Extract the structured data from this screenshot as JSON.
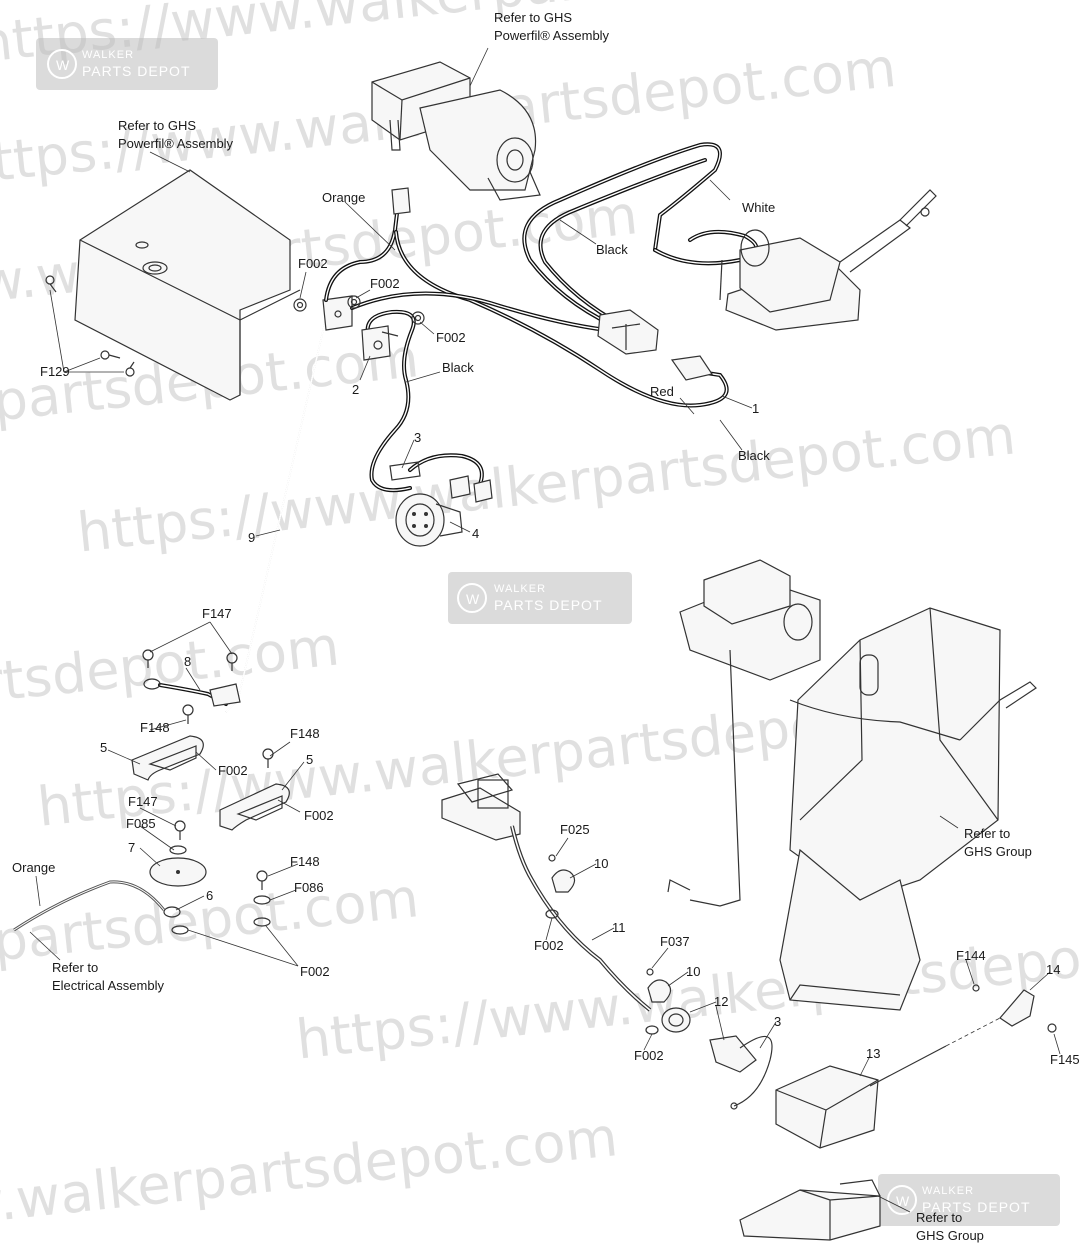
{
  "watermark": {
    "url_text": "https://www.walkerpartsdepot.com",
    "badge_line1": "WALKER",
    "badge_line2": "PARTS DEPOT"
  },
  "callouts": {
    "refer_ghs_powerfill_top": [
      "Refer to GHS",
      "Powerfil® Assembly"
    ],
    "refer_ghs_powerfill_left": [
      "Refer to GHS",
      "Powerfil® Assembly"
    ],
    "refer_ghs_group_right": [
      "Refer to",
      "GHS Group"
    ],
    "refer_ghs_group_bottom": [
      "Refer to",
      "GHS Group"
    ],
    "refer_electrical": [
      "Refer to",
      "Electrical Assembly"
    ]
  },
  "wire_labels": {
    "orange_top": "Orange",
    "white": "White",
    "black_upper": "Black",
    "black_mid": "Black",
    "red": "Red",
    "black_lower": "Black",
    "orange_bottom": "Orange"
  },
  "part_labels": {
    "p1": "1",
    "p2": "2",
    "p3a": "3",
    "p3b": "3",
    "p4": "4",
    "p5a": "5",
    "p5b": "5",
    "p6": "6",
    "p7": "7",
    "p8": "8",
    "p9": "9",
    "p10a": "10",
    "p10b": "10",
    "p11": "11",
    "p12": "12",
    "p13": "13",
    "p14": "14"
  },
  "fastener_labels": {
    "f002_a": "F002",
    "f002_b": "F002",
    "f002_c": "F002",
    "f002_d": "F002",
    "f002_e": "F002",
    "f002_f": "F002",
    "f002_g": "F002",
    "f002_h": "F002",
    "f129": "F129",
    "f147_a": "F147",
    "f147_b": "F147",
    "f148_a": "F148",
    "f148_b": "F148",
    "f148_c": "F148",
    "f085": "F085",
    "f086": "F086",
    "f025": "F025",
    "f037": "F037",
    "f144": "F144",
    "f145": "F145"
  }
}
